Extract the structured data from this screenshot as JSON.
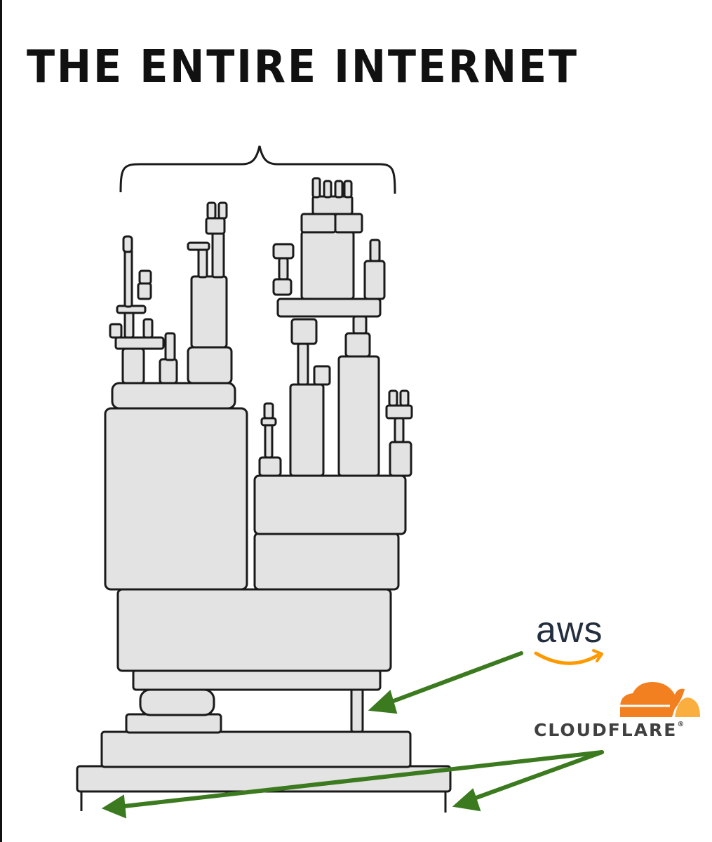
{
  "title": "THE ENTIRE INTERNET",
  "aws": {
    "wordmark": "aws",
    "text_color": "#232f3e",
    "smile_color": "#ff9900"
  },
  "cloudflare": {
    "wordmark": "CLOUDFLARE",
    "trademark": "®",
    "cloud_color": "#f38020",
    "cloud_light_color": "#faae40",
    "text_color": "#404041"
  },
  "colors": {
    "block_fill": "#e3e3e3",
    "outline": "#1a1a1a",
    "arrow": "#3b7a1f"
  }
}
